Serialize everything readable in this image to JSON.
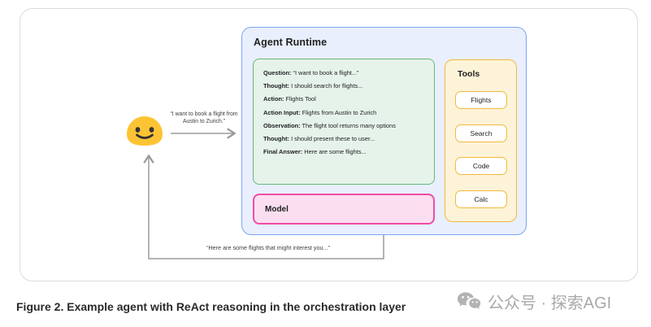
{
  "agent_runtime": {
    "title": "Agent Runtime",
    "react_trace": [
      {
        "label": "Question:",
        "text": " “I want to book a flight...”"
      },
      {
        "label": "Thought:",
        "text": " I should search for flights..."
      },
      {
        "label": "Action:",
        "text": " Flights Tool"
      },
      {
        "label": "Action Input:",
        "text": " Flights from Austin to Zurich"
      },
      {
        "label": "Observation:",
        "text": " The flight tool returns many options"
      },
      {
        "label": "Thought:",
        "text": " I should present these to user..."
      },
      {
        "label": "Final Answer:",
        "text": " Here are some flights..."
      }
    ],
    "model_label": "Model"
  },
  "tools": {
    "title": "Tools",
    "buttons": [
      "Flights",
      "Search",
      "Code",
      "Calc"
    ]
  },
  "user": {
    "emoji_icon": "smiley-blob-emoji",
    "request_quote": "“I want to book a flight from Austin to Zurich.”",
    "response_quote": "“Here are some flights that might interest you...”"
  },
  "caption": "Figure 2. Example agent with ReAct reasoning in the orchestration layer",
  "watermark": {
    "icon": "wechat-icon",
    "text": "公众号 · 探索AGI"
  },
  "colors": {
    "agent_border": "#79a6f3",
    "agent_fill": "#e9effc",
    "react_border": "#68b77f",
    "react_fill": "#e6f3ea",
    "model_border": "#f14ca6",
    "model_fill": "#fbdff0",
    "tools_border": "#f2b93e",
    "tools_fill": "#fdf3d8",
    "emoji_yellow": "#fcc434",
    "arrow_gray": "#9b9b9b",
    "watermark_gray": "#a9a9a9"
  }
}
